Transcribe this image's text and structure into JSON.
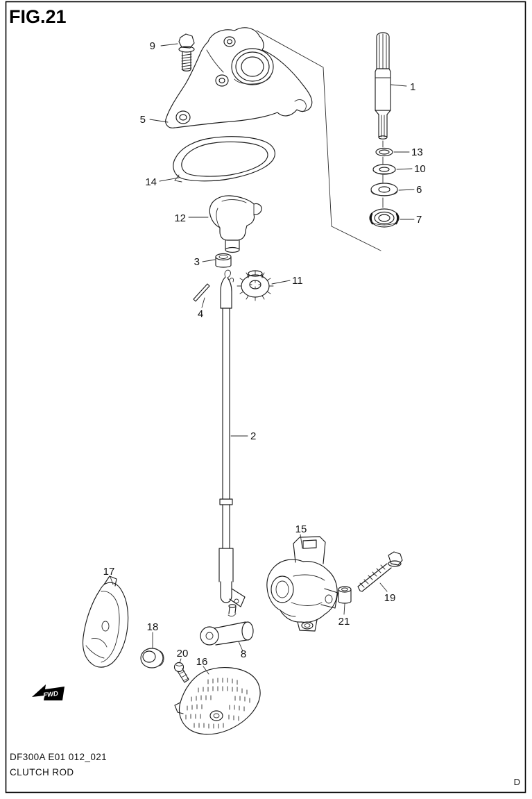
{
  "figure": {
    "id": "FIG.21",
    "code": "DF300A E01 012_021",
    "title": "CLUTCH ROD",
    "page_letter": "D",
    "fwd": "FWD"
  },
  "labels": {
    "p1": "1",
    "p2": "2",
    "p3": "3",
    "p4": "4",
    "p5": "5",
    "p6": "6",
    "p7": "7",
    "p8": "8",
    "p9": "9",
    "p10": "10",
    "p11": "11",
    "p12": "12",
    "p13": "13",
    "p14": "14",
    "p15": "15",
    "p16": "16",
    "p17": "17",
    "p18": "18",
    "p19": "19",
    "p20": "20",
    "p21": "21"
  }
}
